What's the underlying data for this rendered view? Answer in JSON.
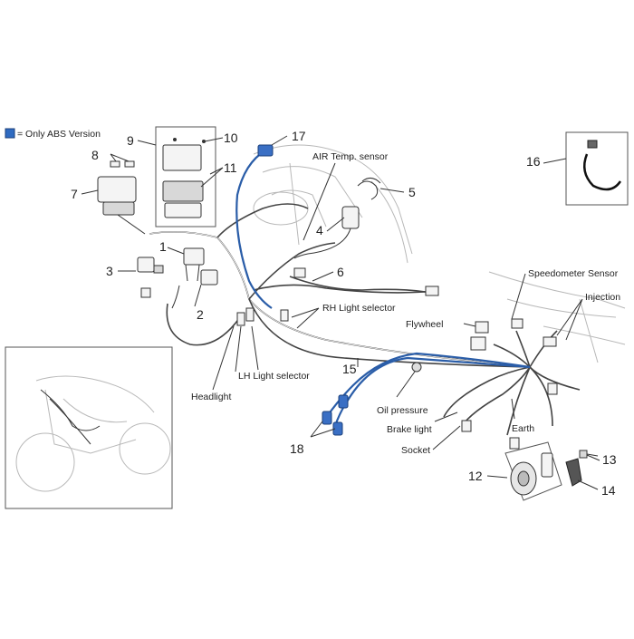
{
  "legend": {
    "text": "= Only ABS Version",
    "swatch_color": "#2f6bc1"
  },
  "numbers": [
    "1",
    "2",
    "3",
    "4",
    "5",
    "6",
    "7",
    "8",
    "9",
    "10",
    "11",
    "12",
    "13",
    "14",
    "15",
    "16",
    "17",
    "18"
  ],
  "labels": {
    "air_temp_sensor": "AIR Temp. sensor",
    "speedometer_sensor": "Speedometer Sensor",
    "injection": "Injection",
    "rh_light_selector": "RH Light selector",
    "flywheel": "Flywheel",
    "lh_light_selector": "LH Light selector",
    "headlight": "Headlight",
    "oil_pressure": "Oil pressure",
    "brake_light": "Brake light",
    "earth": "Earth",
    "socket": "Socket"
  },
  "colors": {
    "abs_wire": "#2a5da8",
    "line": "#333333"
  }
}
